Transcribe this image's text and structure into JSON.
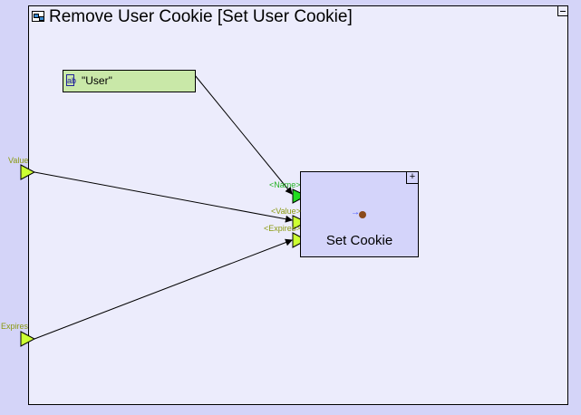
{
  "title": "Remove User Cookie [Set User Cookie]",
  "constant": {
    "label": "\"User\"",
    "icon": "string-constant-icon"
  },
  "node": {
    "label": "Set Cookie",
    "expand": "+",
    "ports": {
      "name": "<Name>",
      "value": "<Value>",
      "expires": "<Expires>"
    }
  },
  "inputs": {
    "value": "Value",
    "expires": "Expires"
  },
  "colors": {
    "background": "#d4d4f8",
    "panel": "#ececfc",
    "constant": "#c9e8a8",
    "node": "#d4d4fa",
    "port_green": "#22dd22",
    "port_yellow": "#ccff33",
    "label_green": "#20b020",
    "label_olive": "#8a9a10"
  }
}
